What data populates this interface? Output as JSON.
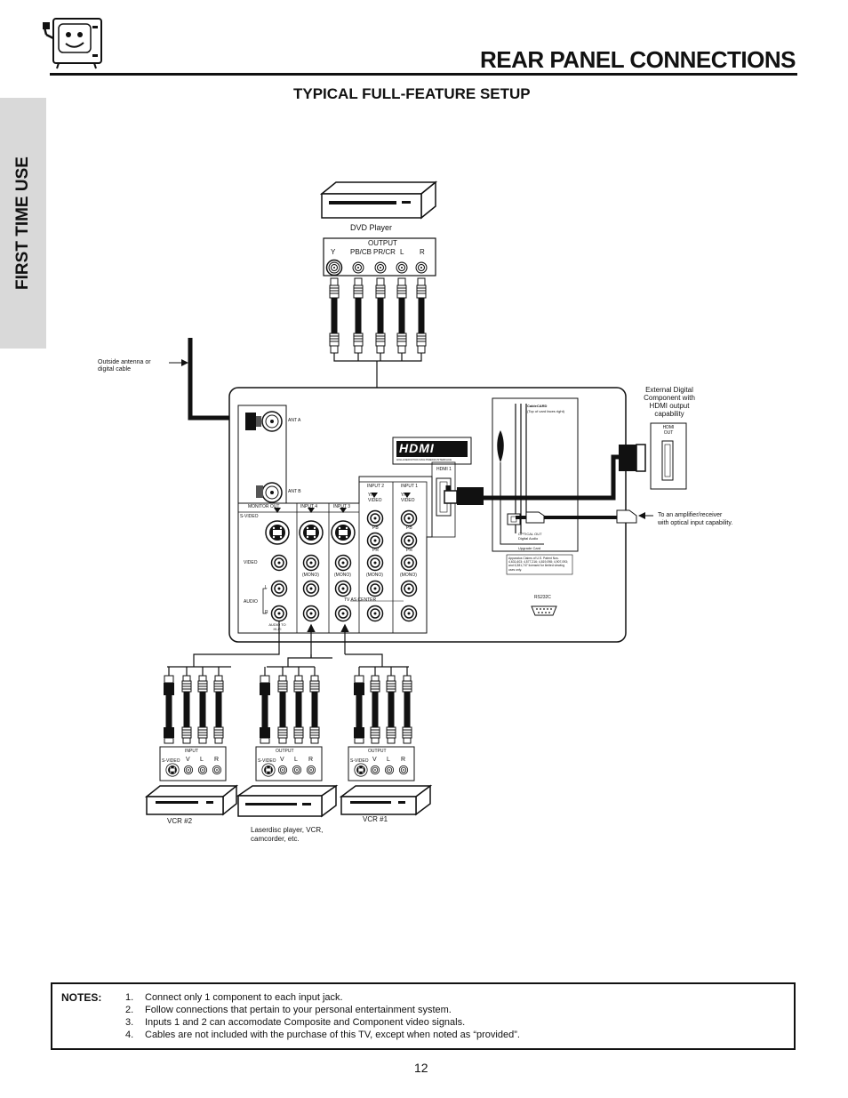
{
  "header": {
    "title": "REAR PANEL CONNECTIONS",
    "subtitle": "TYPICAL FULL-FEATURE SETUP"
  },
  "side_tab": {
    "label": "FIRST TIME USE"
  },
  "icons": {
    "mascot": "tv-mascot-icon"
  },
  "dvd": {
    "label": "DVD Player",
    "output_label": "OUTPUT",
    "jacks": [
      "Y",
      "PB/CB",
      "PR/CR",
      "L",
      "R"
    ]
  },
  "antenna": {
    "label_line1": "Outside antenna or",
    "label_line2": "digital cable"
  },
  "panel": {
    "ant_a": "ANT A",
    "ant_b": "ANT B",
    "hdmi_logo": "HDMI",
    "hdmi_tagline": "HIGH-DEFINITION MULTIMEDIA INTERFACE",
    "hdmi1": "HDMI 1",
    "cablecard_line1": "CableCARD",
    "cablecard_line2": "(Top of card faces right)",
    "optical_line1": "OPTICAL OUT",
    "optical_line2": "Digital Audio",
    "upgrade": "Upgrade Card",
    "patent": "Apparatus Claims of U.S. Patent Nos. 4,631,603; 4,577,216; 4,819,098; 4,907,093; and 6,381,747 licensed for limited viewing uses only.",
    "rs232": "RS232C",
    "monitor_out": "MONITOR OUT",
    "input4": "INPUT 4",
    "input3": "INPUT 3",
    "input2": "INPUT 2",
    "input1": "INPUT 1",
    "s_video": "S-VIDEO",
    "video": "VIDEO",
    "audio": "AUDIO",
    "l": "L",
    "r": "R",
    "y_video": "Y/ VIDEO",
    "pb": "PB",
    "pr": "PR",
    "mono": "(MONO)",
    "tv_as_center": "TV AS CENTER",
    "audio_to_hifi": "AUDIO TO HI-FI"
  },
  "external_hdmi": {
    "label": "External Digital Component with HDMI output capability",
    "jack_label": "HDMI OUT"
  },
  "amplifier": {
    "label_line1": "To an amplifier/receiver",
    "label_line2": "with optical input capability."
  },
  "devices": [
    {
      "name": "VCR #2",
      "panel_title": "INPUT",
      "jacks": [
        "S-VIDEO",
        "V",
        "L",
        "R"
      ]
    },
    {
      "name": "Laserdisc player, VCR, camcorder, etc.",
      "panel_title": "OUTPUT",
      "jacks": [
        "S-VIDEO",
        "V",
        "L",
        "R"
      ]
    },
    {
      "name": "VCR #1",
      "panel_title": "OUTPUT",
      "jacks": [
        "S-VIDEO",
        "V",
        "L",
        "R"
      ]
    }
  ],
  "notes": {
    "heading": "NOTES:",
    "items": [
      {
        "num": "1.",
        "text": "Connect only 1 component to each input jack."
      },
      {
        "num": "2.",
        "text": "Follow connections that pertain to your personal entertainment system."
      },
      {
        "num": "3.",
        "text": "Inputs 1 and 2 can accomodate Composite and Component video signals."
      },
      {
        "num": "4.",
        "text": "Cables are not included with the purchase of this TV,  except when noted as “provided”."
      }
    ]
  },
  "page_number": "12"
}
